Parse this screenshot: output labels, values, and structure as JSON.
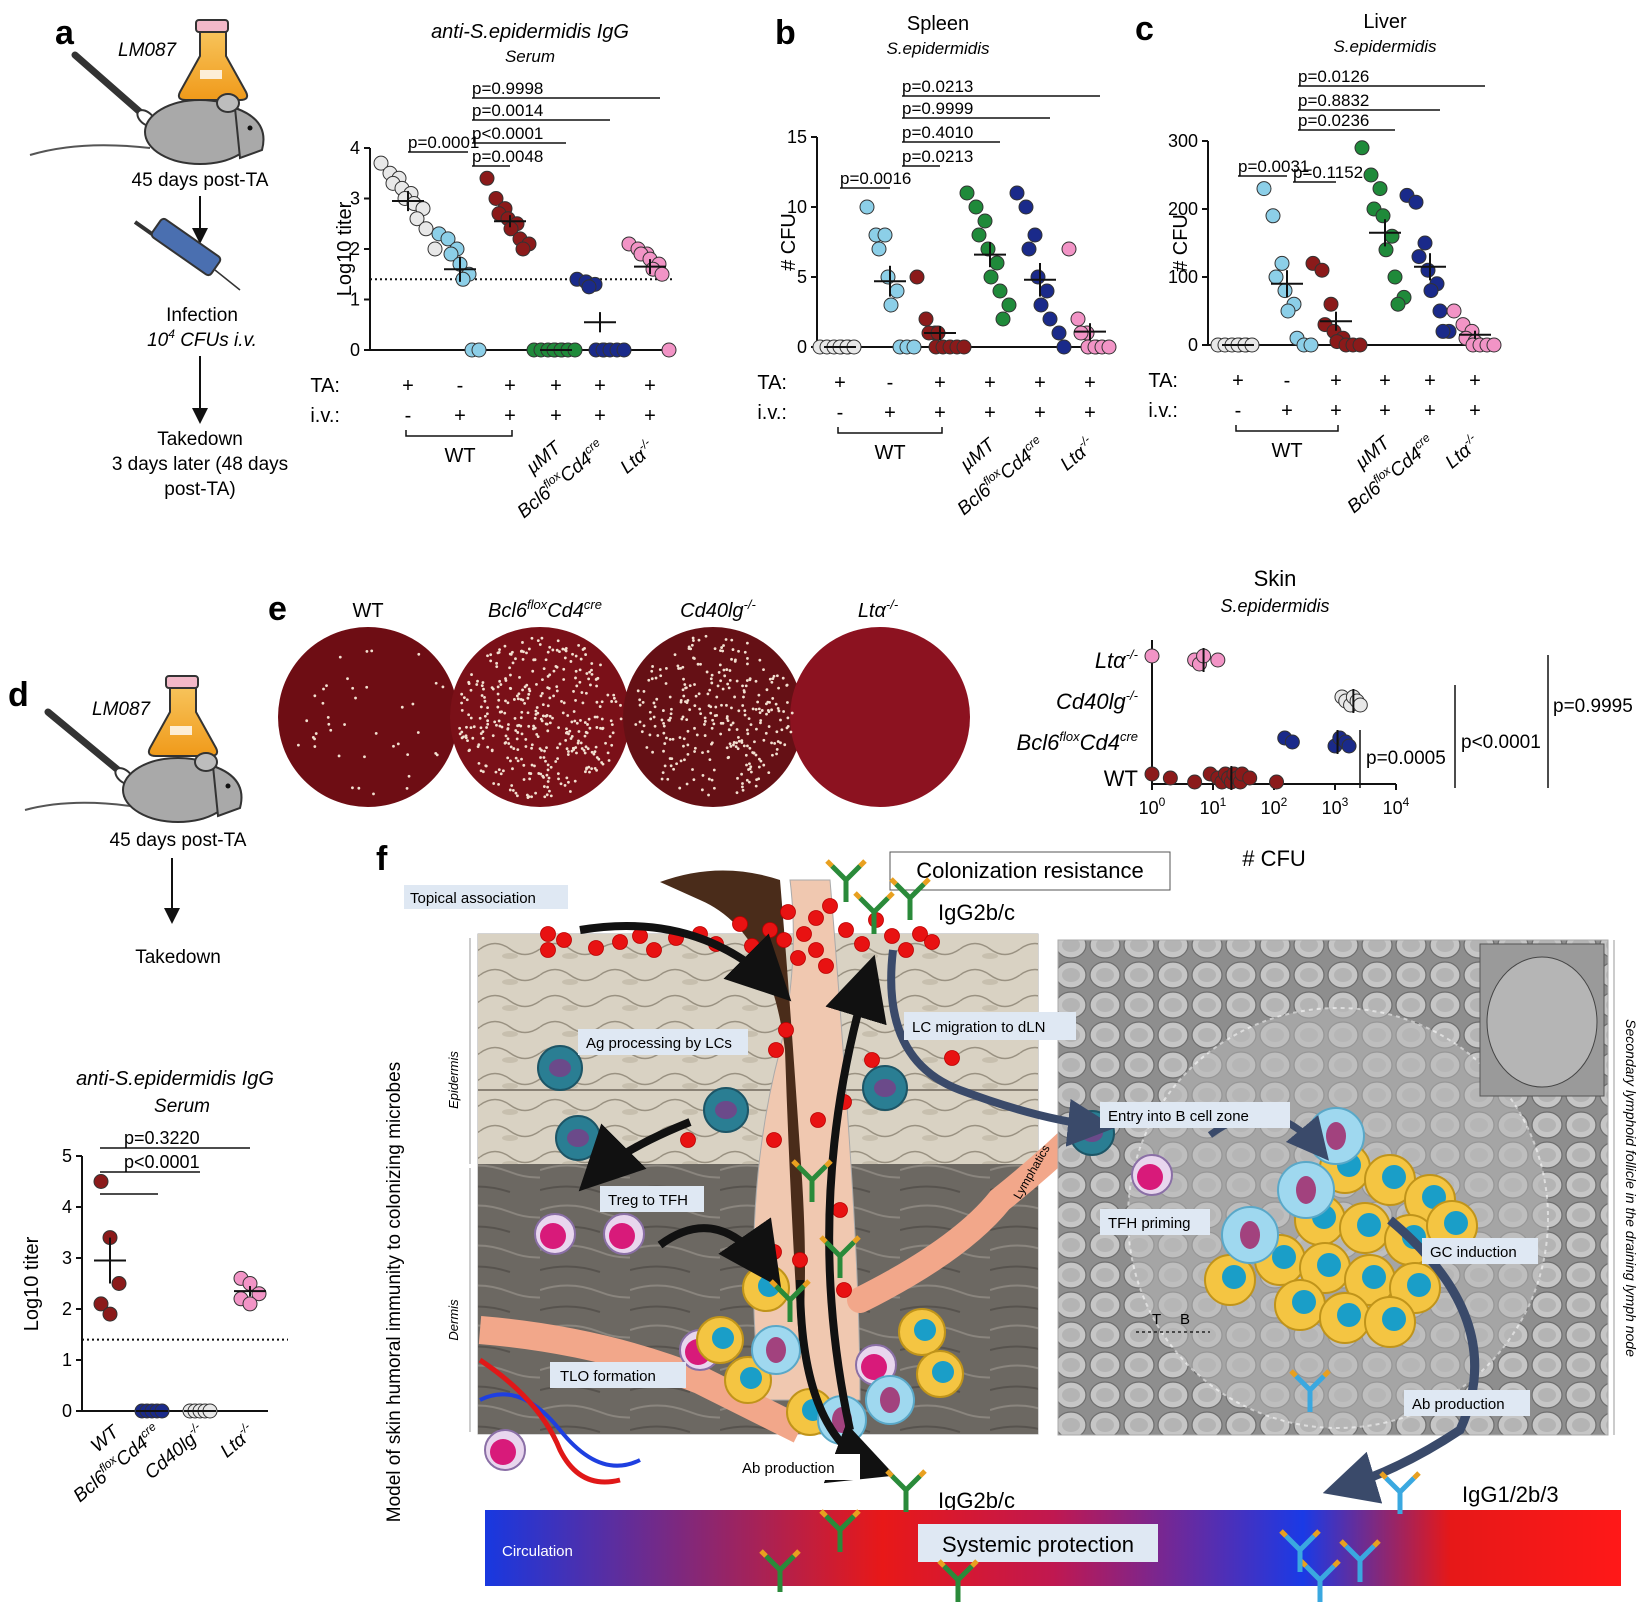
{
  "panel_letters": {
    "a": "a",
    "b": "b",
    "c": "c",
    "d": "d",
    "e": "e",
    "f": "f"
  },
  "schematic_a": {
    "strain": "LM087",
    "time1": "45 days post-TA",
    "infection": "Infection",
    "dose_pre": "10",
    "dose_exp": "4",
    "dose_post": " CFUs i.v.",
    "takedown": "Takedown",
    "takedown_note1": "3 days later (48 days",
    "takedown_note2": "post-TA)"
  },
  "schematic_d": {
    "strain": "LM087",
    "time1": "45 days post-TA",
    "takedown": "Takedown"
  },
  "row_labels": {
    "ta": "TA:",
    "iv": "i.v.:",
    "wt": "WT"
  },
  "genotypes": {
    "umt": "µMT",
    "bcl6_a": "Bcl6",
    "bcl6_sup": "flox",
    "bcl6_b": "Cd4",
    "bcl6_sup2": "cre",
    "lta": "Ltα",
    "lta_sup": "-/-",
    "cd40": "Cd40lg",
    "cd40_sup": "-/-"
  },
  "colors": {
    "white": "#e8e8e8",
    "light_blue": "#8ccfe8",
    "dark_red": "#8b1a1a",
    "green": "#1f8a3a",
    "navy": "#1a2a8a",
    "pink": "#f294c6"
  },
  "chart_data": [
    {
      "panel": "a",
      "type": "scatter",
      "title": "anti-S.epidermidis IgG",
      "subtitle": "Serum",
      "ylabel": "Log10 titer",
      "ylim": [
        0,
        4
      ],
      "yticks": [
        0,
        1,
        2,
        3,
        4
      ],
      "limit_of_detection": 1.4,
      "ta": [
        "+",
        "-",
        "+",
        "+",
        "+",
        "+"
      ],
      "iv": [
        "-",
        "+",
        "+",
        "+",
        "+",
        "+"
      ],
      "series": [
        {
          "group": "WT TA+ iv-",
          "mean": 2.95,
          "sem": 0.2,
          "values": [
            3.7,
            3.5,
            3.4,
            3.3,
            3.2,
            3.1,
            3.0,
            2.9,
            2.8,
            2.6,
            2.4,
            2.0
          ]
        },
        {
          "group": "WT TA- iv+",
          "mean": 1.6,
          "sem": 0.25,
          "values": [
            2.3,
            2.2,
            2.0,
            1.9,
            1.7,
            1.5,
            1.4,
            0.0,
            0.0
          ]
        },
        {
          "group": "WT TA+ iv+",
          "mean": 2.55,
          "sem": 0.12,
          "values": [
            3.4,
            3.0,
            2.8,
            2.7,
            2.6,
            2.5,
            2.4,
            2.2,
            2.1,
            2.0
          ]
        },
        {
          "group": "µMT",
          "mean": 0.0,
          "sem": 0.0,
          "values": [
            0,
            0,
            0,
            0,
            0,
            0,
            0,
            0,
            0
          ]
        },
        {
          "group": "Bcl6floxCd4cre",
          "mean": 0.55,
          "sem": 0.2,
          "values": [
            1.4,
            1.35,
            1.3,
            1.25,
            0,
            0,
            0,
            0,
            0,
            0
          ]
        },
        {
          "group": "Ltα-/-",
          "mean": 1.65,
          "sem": 0.15,
          "values": [
            2.1,
            2.0,
            1.9,
            1.9,
            1.8,
            1.7,
            1.6,
            1.5,
            0.0
          ]
        }
      ],
      "comparisons": [
        {
          "label": "p=0.9998",
          "from": 2,
          "to": 5
        },
        {
          "label": "p=0.0014",
          "from": 2,
          "to": 4
        },
        {
          "label": "p<0.0001",
          "from": 2,
          "to": 3
        },
        {
          "label": "p=0.0048",
          "from": 2,
          "to": 2
        },
        {
          "label": "p=0.0001",
          "from": 0,
          "to": 1
        }
      ]
    },
    {
      "panel": "b",
      "type": "scatter",
      "title": "Spleen",
      "subtitle": "S.epidermidis",
      "ylabel": "# CFU",
      "ylim": [
        0,
        15
      ],
      "yticks": [
        0,
        5,
        10,
        15
      ],
      "ta": [
        "+",
        "-",
        "+",
        "+",
        "+",
        "+"
      ],
      "iv": [
        "-",
        "+",
        "+",
        "+",
        "+",
        "+"
      ],
      "series": [
        {
          "group": "WT TA+ iv-",
          "mean": 0,
          "sem": 0,
          "values": [
            0,
            0,
            0,
            0,
            0,
            0,
            0,
            0
          ]
        },
        {
          "group": "WT TA- iv+",
          "mean": 4.7,
          "sem": 1.1,
          "values": [
            10,
            8,
            8,
            7,
            5,
            4,
            3,
            0,
            0,
            0
          ]
        },
        {
          "group": "WT TA+ iv+",
          "mean": 1.0,
          "sem": 0.5,
          "values": [
            5,
            2,
            1,
            1,
            1,
            0,
            0,
            0,
            0,
            0
          ]
        },
        {
          "group": "µMT",
          "mean": 6.6,
          "sem": 0.9,
          "values": [
            11,
            10,
            9,
            8,
            7,
            6,
            5,
            4,
            3,
            2
          ]
        },
        {
          "group": "Bcl6floxCd4cre",
          "mean": 4.8,
          "sem": 1.2,
          "values": [
            11,
            10,
            8,
            7,
            5,
            4,
            3,
            2,
            1,
            0
          ]
        },
        {
          "group": "Ltα-/-",
          "mean": 1.1,
          "sem": 0.6,
          "values": [
            7,
            2,
            1,
            1,
            0,
            0,
            0,
            0,
            0
          ]
        }
      ],
      "comparisons": [
        {
          "label": "p=0.0213",
          "from": 2,
          "to": 5
        },
        {
          "label": "p=0.9999",
          "from": 2,
          "to": 4
        },
        {
          "label": "p=0.4010",
          "from": 2,
          "to": 3
        },
        {
          "label": "p=0.0213",
          "from": 2,
          "to": 2
        },
        {
          "label": "p=0.0016",
          "from": 0,
          "to": 1
        }
      ]
    },
    {
      "panel": "c",
      "type": "scatter",
      "title": "Liver",
      "subtitle": "S.epidermidis",
      "ylabel": "# CFU",
      "ylim": [
        0,
        300
      ],
      "yticks": [
        0,
        100,
        200,
        300
      ],
      "ta": [
        "+",
        "-",
        "+",
        "+",
        "+",
        "+"
      ],
      "iv": [
        "-",
        "+",
        "+",
        "+",
        "+",
        "+"
      ],
      "series": [
        {
          "group": "WT TA+ iv-",
          "mean": 0,
          "sem": 0,
          "values": [
            0,
            0,
            0,
            0,
            0,
            0,
            0,
            0
          ]
        },
        {
          "group": "WT TA- iv+",
          "mean": 90,
          "sem": 20,
          "values": [
            230,
            190,
            120,
            100,
            80,
            60,
            50,
            10,
            0,
            0
          ]
        },
        {
          "group": "WT TA+ iv+",
          "mean": 35,
          "sem": 14,
          "values": [
            120,
            110,
            60,
            30,
            20,
            10,
            5,
            0,
            0,
            0
          ]
        },
        {
          "group": "µMT",
          "mean": 165,
          "sem": 20,
          "values": [
            290,
            250,
            230,
            200,
            190,
            160,
            140,
            100,
            70,
            60
          ]
        },
        {
          "group": "Bcl6floxCd4cre",
          "mean": 115,
          "sem": 20,
          "values": [
            220,
            210,
            150,
            130,
            110,
            90,
            80,
            50,
            20,
            20
          ]
        },
        {
          "group": "Ltα-/-",
          "mean": 15,
          "sem": 6,
          "values": [
            50,
            30,
            20,
            10,
            5,
            0,
            0,
            0,
            0
          ]
        }
      ],
      "comparisons": [
        {
          "label": "p=0.0126",
          "from": 2,
          "to": 5
        },
        {
          "label": "p=0.8832",
          "from": 2,
          "to": 4
        },
        {
          "label": "p=0.0236",
          "from": 2,
          "to": 3
        },
        {
          "label": "p=0.0031",
          "from": 0,
          "to": 1
        },
        {
          "label": "p=0.1152",
          "from": 1,
          "to": 2
        }
      ]
    },
    {
      "panel": "d",
      "type": "scatter",
      "title": "anti-S.epidermidis IgG",
      "subtitle": "Serum",
      "ylabel": "Log10 titer",
      "ylim": [
        0,
        5
      ],
      "yticks": [
        0,
        1,
        2,
        3,
        4,
        5
      ],
      "limit_of_detection": 1.4,
      "series": [
        {
          "group": "WT",
          "mean": 2.95,
          "sem": 0.45,
          "values": [
            4.5,
            3.4,
            2.5,
            2.1,
            1.9
          ]
        },
        {
          "group": "Bcl6floxCd4cre",
          "mean": 0,
          "sem": 0,
          "values": [
            0,
            0,
            0,
            0,
            0
          ]
        },
        {
          "group": "Cd40lg-/-",
          "mean": 0,
          "sem": 0,
          "values": [
            0,
            0,
            0,
            0,
            0
          ]
        },
        {
          "group": "Ltα-/-",
          "mean": 2.35,
          "sem": 0.1,
          "values": [
            2.6,
            2.5,
            2.3,
            2.2,
            2.1
          ]
        }
      ],
      "comparisons": [
        {
          "label": "p=0.3220",
          "from": 0,
          "to": 3
        },
        {
          "label": "p<0.0001",
          "from": 0,
          "to": 2
        },
        {
          "label": "",
          "from": 0,
          "to": 1
        }
      ]
    },
    {
      "panel": "e",
      "type": "scatter",
      "title": "Skin",
      "subtitle": "S.epidermidis",
      "xlabel": "# CFU",
      "xscale": "log",
      "xlim": [
        1,
        10000
      ],
      "xticks": [
        "10^0",
        "10^1",
        "10^2",
        "10^3",
        "10^4"
      ],
      "categories": [
        "Ltα-/-",
        "Cd40lg-/-",
        "Bcl6floxCd4cre",
        "WT"
      ],
      "series": [
        {
          "group": "Ltα-/-",
          "mean": 7,
          "values": [
            1,
            5,
            6,
            7,
            12
          ]
        },
        {
          "group": "Cd40lg-/-",
          "mean": 2000,
          "values": [
            1300,
            1500,
            1800,
            2000,
            2300,
            2600
          ]
        },
        {
          "group": "Bcl6floxCd4cre",
          "mean": 1100,
          "values": [
            150,
            200,
            1000,
            1200,
            1500,
            1700
          ]
        },
        {
          "group": "WT",
          "mean": 20,
          "values": [
            1,
            2,
            5,
            9,
            12,
            14,
            16,
            18,
            20,
            22,
            25,
            28,
            30,
            40,
            110
          ]
        }
      ],
      "comparisons": [
        {
          "label": "p=0.0005",
          "groups": [
            "Bcl6floxCd4cre",
            "WT"
          ]
        },
        {
          "label": "p<0.0001",
          "groups": [
            "Cd40lg-/-",
            "WT"
          ]
        },
        {
          "label": "p=0.9995",
          "groups": [
            "Ltα-/-",
            "WT"
          ]
        }
      ]
    }
  ],
  "panel_f": {
    "side_title": "Model of skin humoral immunity to colonizing microbes",
    "epidermis": "Epidermis",
    "dermis": "Dermis",
    "right_side": "Secondary lymphoid follicle in the draining lymph node",
    "topical": "Topical association",
    "colonization": "Colonization resistance",
    "igg_top": "IgG2b/c",
    "ag_processing": "Ag processing by LCs",
    "lc_migration": "LC migration to dLN",
    "treg": "Treg to TFH",
    "tlo": "TLO formation",
    "ab_prod_left": "Ab production",
    "lymphatics": "Lymphatics",
    "entry": "Entry into B cell zone",
    "tfh_priming": "TFH priming",
    "gc_induction": "GC induction",
    "ab_prod_right": "Ab production",
    "t": "T",
    "b": "B",
    "igg_bottom": "IgG2b/c",
    "igg_right": "IgG1/2b/3",
    "circulation": "Circulation",
    "systemic": "Systemic protection"
  }
}
